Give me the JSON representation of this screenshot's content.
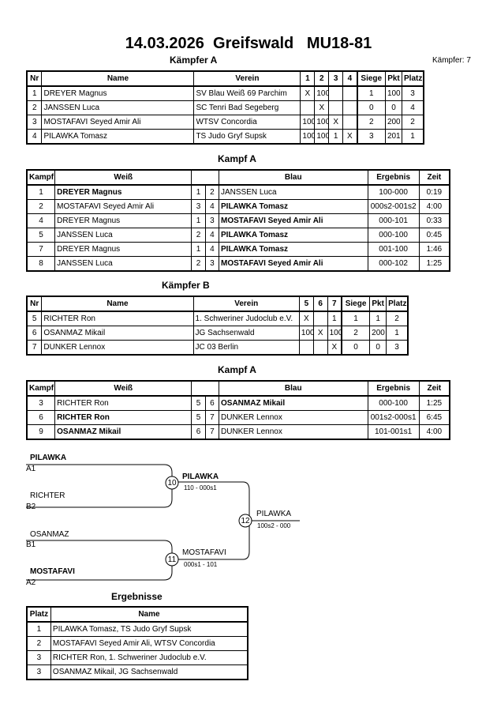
{
  "header": {
    "title": "14.03.2026  Greifswald   MU18-81",
    "section_fighters_a": "Kämpfer A",
    "fighters_count": "Kämpfer: 7"
  },
  "pool_a": {
    "columns": [
      "Nr",
      "Name",
      "Verein",
      "1",
      "2",
      "3",
      "4",
      "Siege",
      "Pkt",
      "Platz"
    ],
    "rows": [
      {
        "nr": "1",
        "name": "DREYER Magnus",
        "club": "SV Blau Weiß 69 Parchim",
        "r1": "X",
        "r2": "100",
        "r3": "",
        "r4": "",
        "wins": "1",
        "pts": "100",
        "place": "3"
      },
      {
        "nr": "2",
        "name": "JANSSEN Luca",
        "club": "SC Tenri Bad Segeberg",
        "r1": "",
        "r2": "X",
        "r3": "",
        "r4": "",
        "wins": "0",
        "pts": "0",
        "place": "4"
      },
      {
        "nr": "3",
        "name": "MOSTAFAVI Seyed Amir Ali",
        "club": "WTSV Concordia",
        "r1": "100",
        "r2": "100",
        "r3": "X",
        "r4": "",
        "wins": "2",
        "pts": "200",
        "place": "2"
      },
      {
        "nr": "4",
        "name": "PILAWKA Tomasz",
        "club": "TS Judo Gryf Supsk",
        "r1": "100",
        "r2": "100",
        "r3": "1",
        "r4": "X",
        "wins": "3",
        "pts": "201",
        "place": "1"
      }
    ]
  },
  "fights_a": {
    "heading": "Kampf A",
    "columns": [
      "Kampf",
      "Weiß",
      "Blau",
      "Ergebnis",
      "Zeit"
    ],
    "rows": [
      {
        "no": "1",
        "white": "DREYER Magnus",
        "wb": true,
        "wn": "1",
        "bn": "2",
        "blue": "JANSSEN Luca",
        "bb": false,
        "result": "100-000",
        "time": "0:19"
      },
      {
        "no": "2",
        "white": "MOSTAFAVI Seyed Amir Ali",
        "wb": false,
        "wn": "3",
        "bn": "4",
        "blue": "PILAWKA Tomasz",
        "bb": true,
        "result": "000s2-001s2",
        "time": "4:00"
      },
      {
        "no": "4",
        "white": "DREYER Magnus",
        "wb": false,
        "wn": "1",
        "bn": "3",
        "blue": "MOSTAFAVI Seyed Amir Ali",
        "bb": true,
        "result": "000-101",
        "time": "0:33"
      },
      {
        "no": "5",
        "white": "JANSSEN Luca",
        "wb": false,
        "wn": "2",
        "bn": "4",
        "blue": "PILAWKA Tomasz",
        "bb": true,
        "result": "000-100",
        "time": "0:45"
      },
      {
        "no": "7",
        "white": "DREYER Magnus",
        "wb": false,
        "wn": "1",
        "bn": "4",
        "blue": "PILAWKA Tomasz",
        "bb": true,
        "result": "001-100",
        "time": "1:46"
      },
      {
        "no": "8",
        "white": "JANSSEN Luca",
        "wb": false,
        "wn": "2",
        "bn": "3",
        "blue": "MOSTAFAVI Seyed Amir Ali",
        "bb": true,
        "result": "000-102",
        "time": "1:25"
      }
    ]
  },
  "pool_b": {
    "heading": "Kämpfer B",
    "columns": [
      "Nr",
      "Name",
      "Verein",
      "5",
      "6",
      "7",
      "Siege",
      "Pkt",
      "Platz"
    ],
    "rows": [
      {
        "nr": "5",
        "name": "RICHTER Ron",
        "club": "1. Schweriner Judoclub e.V.",
        "r1": "X",
        "r2": "",
        "r3": "1",
        "wins": "1",
        "pts": "1",
        "place": "2"
      },
      {
        "nr": "6",
        "name": "OSANMAZ Mikail",
        "club": "JG Sachsenwald",
        "r1": "100",
        "r2": "X",
        "r3": "100",
        "wins": "2",
        "pts": "200",
        "place": "1"
      },
      {
        "nr": "7",
        "name": "DUNKER Lennox",
        "club": "JC 03 Berlin",
        "r1": "",
        "r2": "",
        "r3": "X",
        "wins": "0",
        "pts": "0",
        "place": "3"
      }
    ]
  },
  "fights_b": {
    "heading": "Kampf A",
    "columns": [
      "Kampf",
      "Weiß",
      "Blau",
      "Ergebnis",
      "Zeit"
    ],
    "rows": [
      {
        "no": "3",
        "white": "RICHTER Ron",
        "wb": false,
        "wn": "5",
        "bn": "6",
        "blue": "OSANMAZ Mikail",
        "bb": true,
        "result": "000-100",
        "time": "1:25"
      },
      {
        "no": "6",
        "white": "RICHTER Ron",
        "wb": true,
        "wn": "5",
        "bn": "7",
        "blue": "DUNKER Lennox",
        "bb": false,
        "result": "001s2-000s1",
        "time": "6:45"
      },
      {
        "no": "9",
        "white": "OSANMAZ Mikail",
        "wb": true,
        "wn": "6",
        "bn": "7",
        "blue": "DUNKER Lennox",
        "bb": false,
        "result": "101-001s1",
        "time": "4:00"
      }
    ]
  },
  "bracket": {
    "sf1_top_name": "PILAWKA",
    "sf1_top_seed": "A1",
    "sf1_bottom_name": "RICHTER",
    "sf1_bottom_seed": "B2",
    "sf1_no": "10",
    "sf1_winner": "PILAWKA",
    "sf1_score": "110 - 000s1",
    "sf2_top_name": "OSANMAZ",
    "sf2_top_seed": "B1",
    "sf2_bottom_name": "MOSTAFAVI",
    "sf2_bottom_seed": "A2",
    "sf2_no": "11",
    "sf2_winner": "MOSTAFAVI",
    "sf2_score": "000s1 - 101",
    "final_no": "12",
    "final_winner": "PILAWKA",
    "final_score": "100s2 - 000"
  },
  "results": {
    "heading": "Ergebnisse",
    "columns": [
      "Platz",
      "Name"
    ],
    "rows": [
      {
        "place": "1",
        "name": "PILAWKA Tomasz, TS Judo Gryf Supsk"
      },
      {
        "place": "2",
        "name": "MOSTAFAVI Seyed Amir Ali, WTSV Concordia"
      },
      {
        "place": "3",
        "name": "RICHTER Ron, 1. Schweriner Judoclub e.V."
      },
      {
        "place": "3",
        "name": "OSANMAZ Mikail, JG Sachsenwald"
      }
    ]
  }
}
